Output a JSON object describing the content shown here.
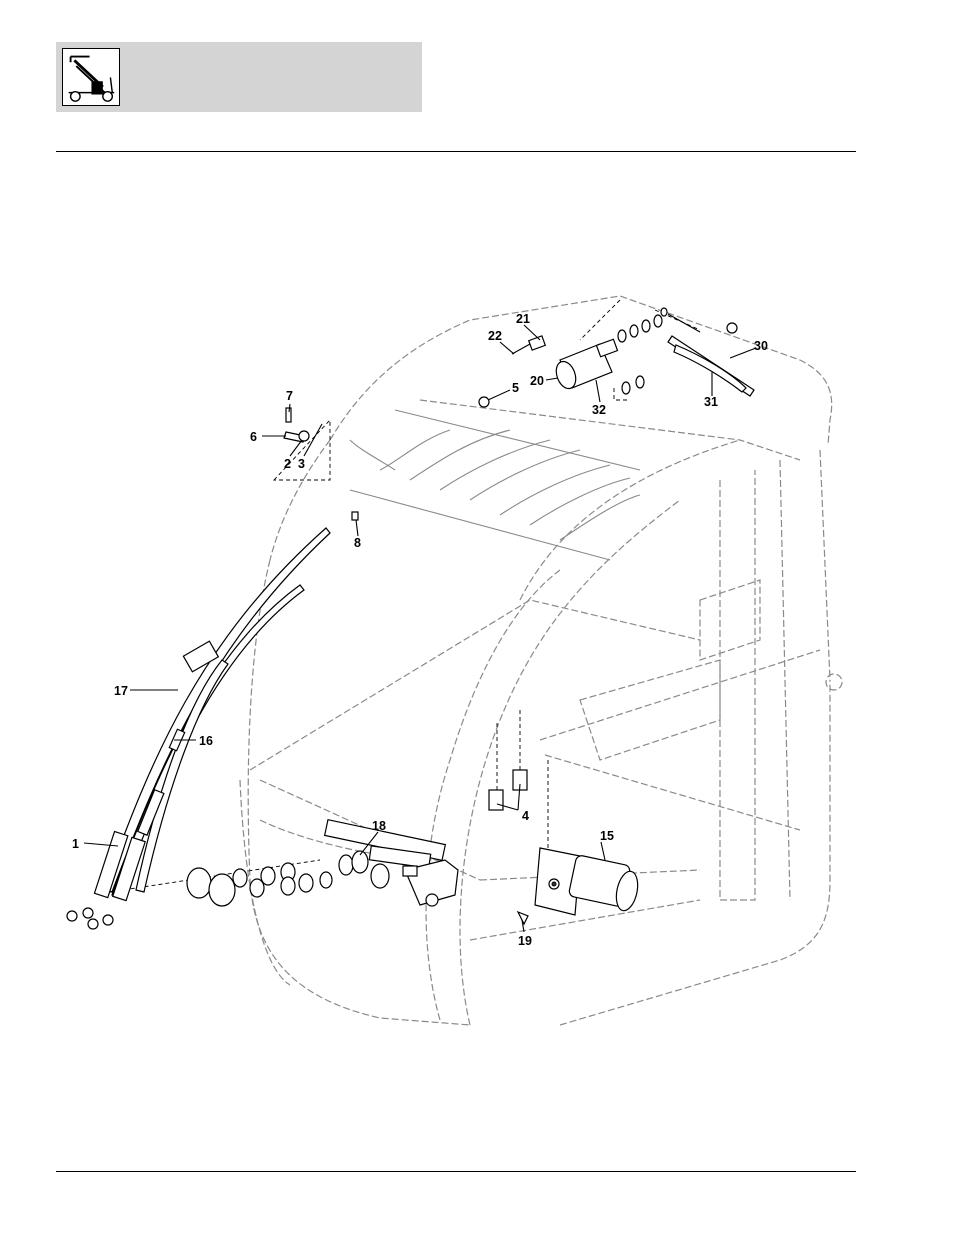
{
  "header": {
    "logo_icon": "telehandler-machine-icon",
    "background": "#d4d4d4"
  },
  "diagram": {
    "callouts": [
      {
        "id": "c1",
        "label": "1"
      },
      {
        "id": "c2",
        "label": "2"
      },
      {
        "id": "c3",
        "label": "3"
      },
      {
        "id": "c4",
        "label": "4"
      },
      {
        "id": "c5",
        "label": "5"
      },
      {
        "id": "c6",
        "label": "6"
      },
      {
        "id": "c7",
        "label": "7"
      },
      {
        "id": "c8",
        "label": "8"
      },
      {
        "id": "c15",
        "label": "15"
      },
      {
        "id": "c16",
        "label": "16"
      },
      {
        "id": "c17",
        "label": "17"
      },
      {
        "id": "c18",
        "label": "18"
      },
      {
        "id": "c19",
        "label": "19"
      },
      {
        "id": "c20",
        "label": "20"
      },
      {
        "id": "c21",
        "label": "21"
      },
      {
        "id": "c22",
        "label": "22"
      },
      {
        "id": "c30",
        "label": "30"
      },
      {
        "id": "c31",
        "label": "31"
      },
      {
        "id": "c32",
        "label": "32"
      }
    ]
  }
}
